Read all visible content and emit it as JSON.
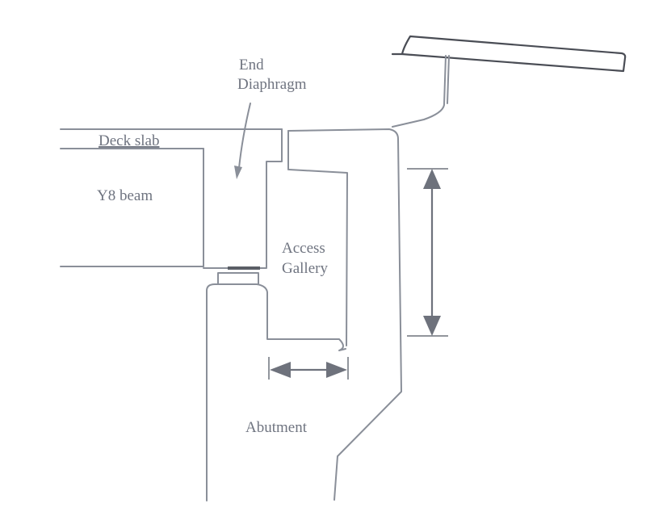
{
  "labels": {
    "end_diaphragm_line1": "End",
    "end_diaphragm_line2": "Diaphragm",
    "deck_slab": "Deck slab",
    "y8_beam": "Y8 beam",
    "access_gallery_line1": "Access",
    "access_gallery_line2": "Gallery",
    "abutment": "Abutment"
  },
  "colors": {
    "line": "#8a8f99",
    "dark_line": "#4a4d55",
    "text": "#6f7480",
    "dimension": "#6e727c"
  }
}
